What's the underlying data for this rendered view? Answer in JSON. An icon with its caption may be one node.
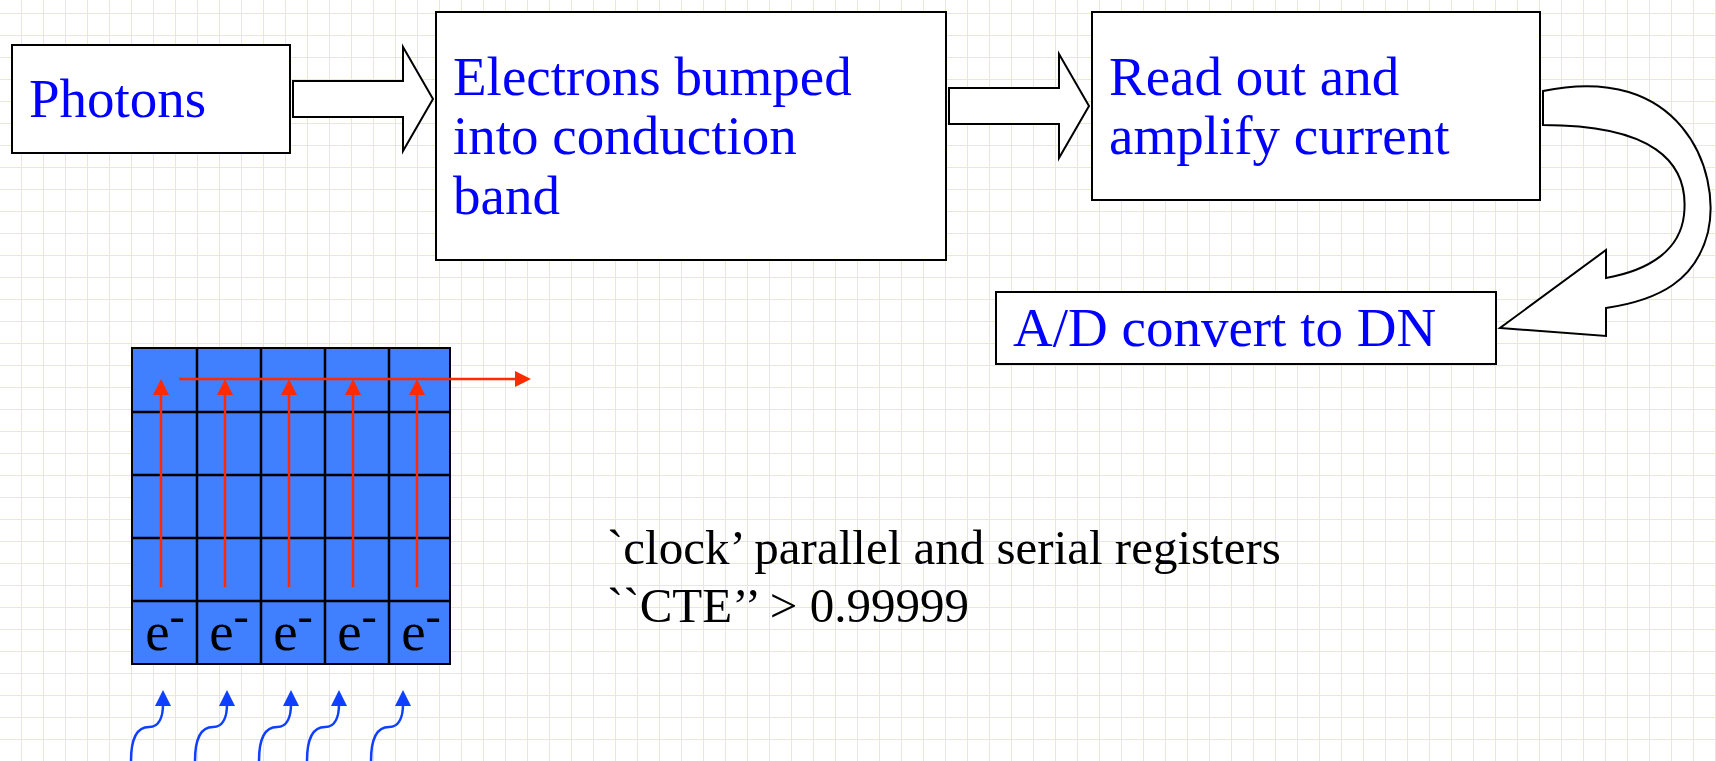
{
  "diagram": {
    "nodes": [
      {
        "text": [
          "Photons"
        ]
      },
      {
        "text": [
          "Electrons bumped into conduction band"
        ]
      },
      {
        "text": [
          "Read out and amplify current"
        ]
      },
      {
        "text": [
          "A/D convert to DN"
        ]
      },
      {
        "text": [],
        "shape": "box"
      },
      {
        "text": [
          "e$^{-}$"
        ],
        "in": 4
      },
      {
        "text": [
          "e$^{-}$"
        ],
        "in": 4
      },
      {
        "text": [
          "e$^{-}$"
        ],
        "in": 4
      },
      {
        "text": [
          "e$^{-}$"
        ],
        "in": 4
      },
      {
        "text": [
          "e$^{-}$"
        ],
        "in": 4
      }
    ],
    "edges": [
      {
        "from": 0,
        "to": 1,
        "arrow": "to"
      },
      {
        "from": 1,
        "to": 2,
        "arrow": "to"
      },
      {
        "from": 2,
        "to": 3,
        "arrow": "to"
      }
    ],
    "labels": [
      "`clock’ parallel and serial registers",
      "``CTE’’ > 0.99999"
    ]
  }
}
